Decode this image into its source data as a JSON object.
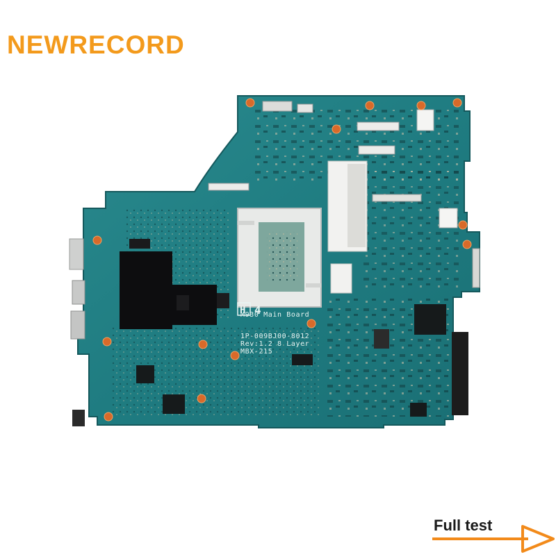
{
  "brand": {
    "text": "NEWRECORD",
    "color": "#f39a1c"
  },
  "board": {
    "silkscreen": {
      "line1": "M930 Main Board",
      "line2": "1P-009BJ00-8012",
      "line3": "Rev:1.2  8 Layer",
      "line4": "MBX-215"
    },
    "pcb_color": "#1e7d82",
    "marks": [
      "H",
      "4"
    ]
  },
  "badge": {
    "text": "Full test",
    "arrow_color": "#f28a1a"
  }
}
